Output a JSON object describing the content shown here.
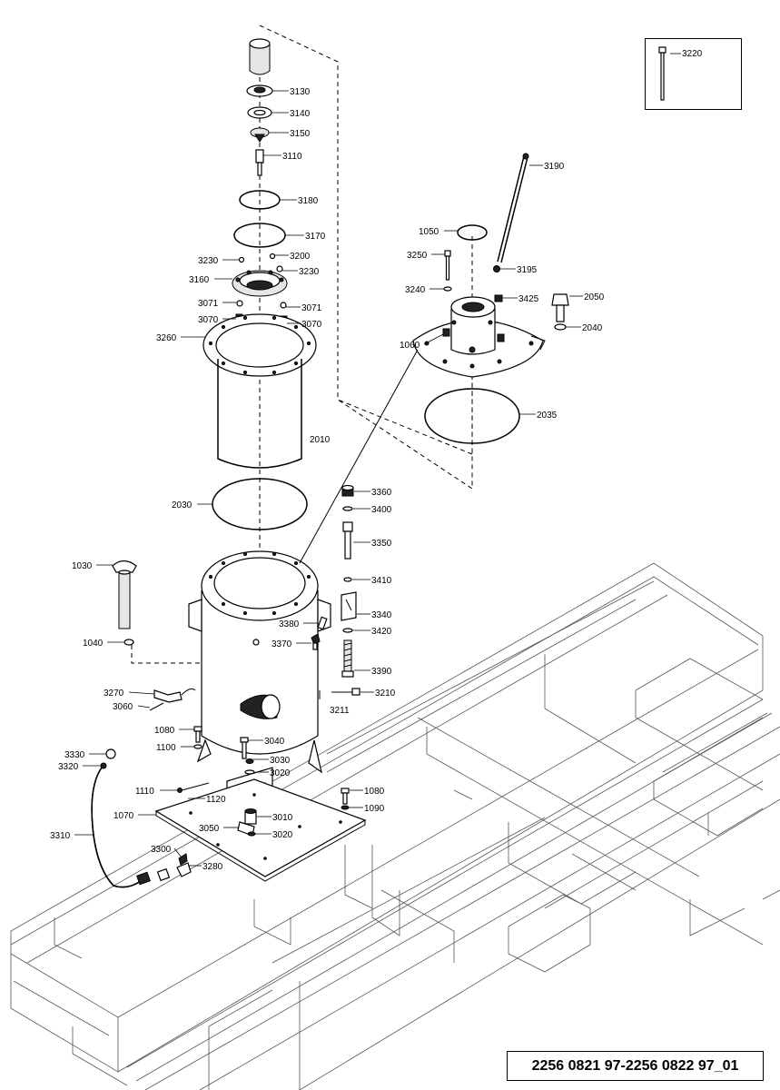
{
  "drawing_id": "2256 0821 97-2256 0822 97_01",
  "callouts": [
    {
      "id": "c3220",
      "label": "3220"
    },
    {
      "id": "c3130",
      "label": "3130"
    },
    {
      "id": "c3140",
      "label": "3140"
    },
    {
      "id": "c3150",
      "label": "3150"
    },
    {
      "id": "c3110",
      "label": "3110"
    },
    {
      "id": "c3190",
      "label": "3190"
    },
    {
      "id": "c3180",
      "label": "3180"
    },
    {
      "id": "c1050",
      "label": "1050"
    },
    {
      "id": "c3170",
      "label": "3170"
    },
    {
      "id": "c3250",
      "label": "3250"
    },
    {
      "id": "c3195",
      "label": "3195"
    },
    {
      "id": "c3230a",
      "label": "3230"
    },
    {
      "id": "c3200",
      "label": "3200"
    },
    {
      "id": "c3160",
      "label": "3160"
    },
    {
      "id": "c3230b",
      "label": "3230"
    },
    {
      "id": "c3240",
      "label": "3240"
    },
    {
      "id": "c3425",
      "label": "3425"
    },
    {
      "id": "c2050",
      "label": "2050"
    },
    {
      "id": "c3071a",
      "label": "3071"
    },
    {
      "id": "c3071b",
      "label": "3071"
    },
    {
      "id": "c3070a",
      "label": "3070"
    },
    {
      "id": "c3070b",
      "label": "3070"
    },
    {
      "id": "c2040",
      "label": "2040"
    },
    {
      "id": "c1060",
      "label": "1060"
    },
    {
      "id": "c3260",
      "label": "3260"
    },
    {
      "id": "c2035",
      "label": "2035"
    },
    {
      "id": "c2010",
      "label": "2010"
    },
    {
      "id": "c3360",
      "label": "3360"
    },
    {
      "id": "c2030",
      "label": "2030"
    },
    {
      "id": "c3400",
      "label": "3400"
    },
    {
      "id": "c3350",
      "label": "3350"
    },
    {
      "id": "c1030",
      "label": "1030"
    },
    {
      "id": "c3410",
      "label": "3410"
    },
    {
      "id": "c3340",
      "label": "3340"
    },
    {
      "id": "c3380",
      "label": "3380"
    },
    {
      "id": "c3420",
      "label": "3420"
    },
    {
      "id": "c1040",
      "label": "1040"
    },
    {
      "id": "c3370",
      "label": "3370"
    },
    {
      "id": "c3390",
      "label": "3390"
    },
    {
      "id": "c3270",
      "label": "3270"
    },
    {
      "id": "c3210",
      "label": "3210"
    },
    {
      "id": "c3060",
      "label": "3060"
    },
    {
      "id": "c3211",
      "label": "3211"
    },
    {
      "id": "c1080a",
      "label": "1080"
    },
    {
      "id": "c3040",
      "label": "3040"
    },
    {
      "id": "c1100",
      "label": "1100"
    },
    {
      "id": "c3330",
      "label": "3330"
    },
    {
      "id": "c3030",
      "label": "3030"
    },
    {
      "id": "c3320",
      "label": "3320"
    },
    {
      "id": "c3020a",
      "label": "3020"
    },
    {
      "id": "c1110",
      "label": "1110"
    },
    {
      "id": "c1080b",
      "label": "1080"
    },
    {
      "id": "c1120",
      "label": "1120"
    },
    {
      "id": "c1090",
      "label": "1090"
    },
    {
      "id": "c1070",
      "label": "1070"
    },
    {
      "id": "c3010",
      "label": "3010"
    },
    {
      "id": "c3050",
      "label": "3050"
    },
    {
      "id": "c3020b",
      "label": "3020"
    },
    {
      "id": "c3310",
      "label": "3310"
    },
    {
      "id": "c3300",
      "label": "3300"
    },
    {
      "id": "c3280",
      "label": "3280"
    }
  ]
}
